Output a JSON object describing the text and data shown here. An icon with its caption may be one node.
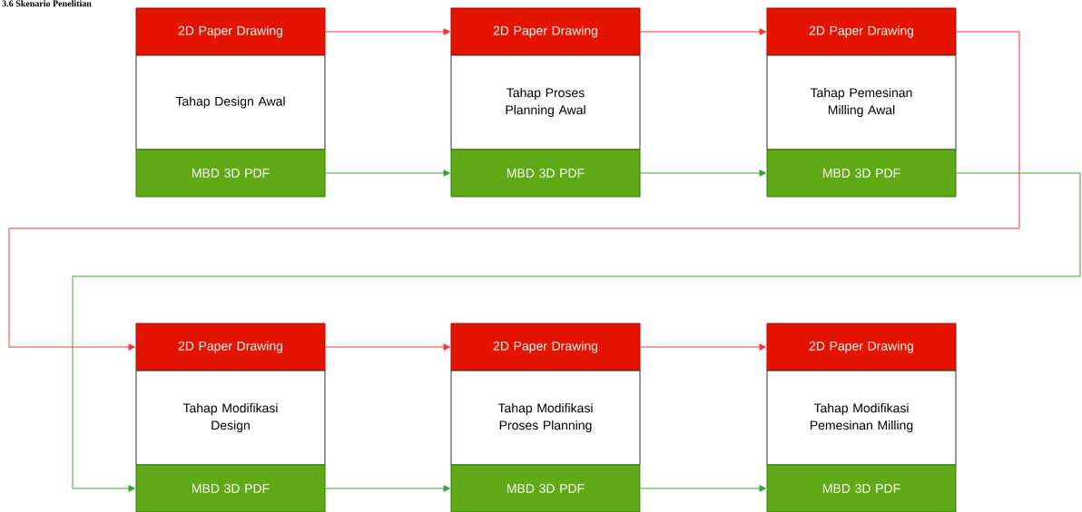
{
  "diagram": {
    "title": "3.6 Skenario Penelitian",
    "nodes": [
      {
        "text": [
          "2D Paper Drawing"
        ]
      },
      {
        "text": [
          "2D Paper Drawing"
        ]
      },
      {
        "text": [
          "2D Paper Drawing"
        ]
      },
      {
        "text": [
          "Tahap Design Awal"
        ]
      },
      {
        "text": [
          "Tahap Proses Planning Awal"
        ]
      },
      {
        "text": [
          "Tahap Pemesinan Milling Awal"
        ]
      },
      {
        "text": [
          "MBD 3D PDF"
        ]
      },
      {
        "text": [
          "MBD 3D PDF"
        ]
      },
      {
        "text": [
          "MBD 3D PDF"
        ]
      },
      {
        "text": [
          "2D Paper Drawing"
        ]
      },
      {
        "text": [
          "2D Paper Drawing"
        ]
      },
      {
        "text": [
          "2D Paper Drawing"
        ]
      },
      {
        "text": [
          "Tahap Modifikasi Design"
        ]
      },
      {
        "text": [
          "Tahap Modifikasi Proses Planning"
        ]
      },
      {
        "text": [
          "Tahap Modifikasi Pemesinan Milling"
        ]
      },
      {
        "text": [
          "MBD 3D PDF"
        ]
      },
      {
        "text": [
          "MBD 3D PDF"
        ]
      },
      {
        "text": [
          "MBD 3D PDF"
        ]
      }
    ],
    "edges": [
      {
        "from": 0,
        "to": 1,
        "arrow": "to",
        "color": "#ff3333"
      },
      {
        "from": 1,
        "to": 2,
        "arrow": "to",
        "color": "#ff3333"
      },
      {
        "from": 6,
        "to": 7,
        "arrow": "to",
        "color": "#33a532"
      },
      {
        "from": 7,
        "to": 8,
        "arrow": "to",
        "color": "#33a532"
      },
      {
        "from": 2,
        "to": 9,
        "arrow": "to",
        "color": "#ff3333"
      },
      {
        "from": 8,
        "to": 15,
        "arrow": "to",
        "color": "#33a532"
      },
      {
        "from": 9,
        "to": 10,
        "arrow": "to",
        "color": "#ff3333"
      },
      {
        "from": 10,
        "to": 11,
        "arrow": "to",
        "color": "#ff3333"
      },
      {
        "from": 15,
        "to": 16,
        "arrow": "to",
        "color": "#33a532"
      },
      {
        "from": 16,
        "to": 17,
        "arrow": "to",
        "color": "#33a532"
      }
    ]
  }
}
